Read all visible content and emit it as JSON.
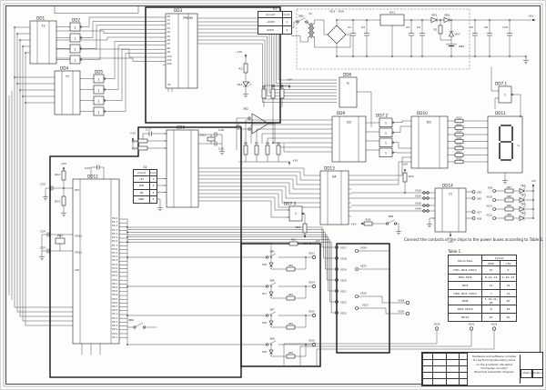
{
  "note": "Connect the contacts of the chips to the power buses according to Table 1.",
  "plus5": "+5V",
  "gate": "1",
  "table1": {
    "caption": "Table 1",
    "col_chip": "Microchips",
    "col_circuit": "Circuit",
    "col_gnd": "GND",
    "col_p5": "+5V",
    "rows": [
      {
        "chips": "DD1, DD4, DD14",
        "gnd": "10",
        "p5": "5"
      },
      {
        "chips": "DD2, DD5",
        "gnd": "8, 11, 14",
        "p5": "1, 10, 13"
      },
      {
        "chips": "DD3",
        "gnd": "12",
        "p5": "24"
      },
      {
        "chips": "DD6, DD7, DD13",
        "gnd": "7",
        "p5": "14"
      },
      {
        "chips": "DD8",
        "gnd": "7, 19, 21, 28",
        "p5": "20"
      },
      {
        "chips": "DD9, DD10",
        "gnd": "8",
        "p5": "16"
      },
      {
        "chips": "DD12",
        "gnd": "20",
        "p5": "40"
      }
    ]
  },
  "connectors": {
    "x1": {
      "label": "X1",
      "col1": "Circuit",
      "col2": "Cont.",
      "rows": [
        {
          "c": "~220V",
          "n": "1"
        },
        {
          "c": "220V",
          "n": "2"
        }
      ]
    },
    "x2": {
      "label": "X2",
      "col1": "Circuit",
      "col2": "Cont.",
      "rows": [
        {
          "c": "+5V",
          "n": "1"
        },
        {
          "c": "DIN",
          "n": "2"
        },
        {
          "c": "DP",
          "n": "3"
        },
        {
          "c": "GND",
          "n": "4"
        }
      ]
    }
  },
  "frame": {
    "title_lines": [
      "Hardware and software complex",
      "for performing laboratory work",
      "on the academic discipline",
      "\"Computer circuitry\"",
      "Electrical schematic diagram"
    ],
    "sheet": "Sheet 1",
    "sheets": "Sheets 1"
  },
  "chips": {
    "dd1": {
      "ref": "DD1",
      "fn": "TT"
    },
    "dd2": {
      "ref": "DD2"
    },
    "dd3": {
      "ref": "DD3",
      "fn": "PROM",
      "cs": "CS",
      "addr": [
        "A0",
        "A1",
        "A2",
        "A3",
        "A4",
        "A5",
        "A6",
        "A7",
        "A8",
        "A9",
        "A10",
        "A11",
        "A12"
      ]
    },
    "dd4": {
      "ref": "DD4",
      "fn": "TT"
    },
    "dd5": {
      "ref": "DD5"
    },
    "dd6": {
      "ref": "DD6",
      "fn": "&"
    },
    "dd71": {
      "ref": "DD7.1"
    },
    "dd72": {
      "ref": "DD7.2"
    },
    "dd73": {
      "ref": "DD7.3"
    },
    "dd8": {
      "ref": "DD8"
    },
    "dd9": {
      "ref": "DD9",
      "fn": "CD"
    },
    "dd10": {
      "ref": "DD10",
      "fn": "DC"
    },
    "dd11": {
      "ref": "DD11",
      "g": "G"
    },
    "dd12": {
      "ref": "DD12",
      "left": {
        "rst": "RST",
        "xtal2": "XTAL2",
        "xtal1": "XTAL1",
        "ale": "ALE"
      },
      "right_pins": [
        "P1.0",
        "P1.1",
        "P1.2",
        "P1.3",
        "P1.4",
        "P1.5",
        "P1.6",
        "P1.7",
        "P3.0",
        "P3.1",
        "P3.2",
        "P3.3",
        "P3.4",
        "P3.5",
        "P3.6",
        "P3.7",
        "P0.0",
        "P0.1",
        "P0.2",
        "P0.3",
        "P0.4",
        "P0.5",
        "P0.6",
        "P0.7",
        "P2.0",
        "P2.1",
        "P2.2",
        "P2.3",
        "P2.4",
        "P2.5",
        "P2.6",
        "P2.7"
      ]
    },
    "dd13": {
      "ref": "DD13",
      "fn": "BF"
    },
    "dd14": {
      "ref": "DD14",
      "fn": "TT"
    }
  },
  "power": {
    "t1": "T1",
    "bridge": "VD1 - VD4",
    "da1": "DA1",
    "sb1": "SB1",
    "c1": "C1",
    "c2": "C2",
    "c3": "C3",
    "c4": "C4",
    "c5": "C5",
    "c8": "C8",
    "c16": "C16",
    "vd5": "VD5",
    "vd6": "VD6",
    "vd7": "VD7",
    "r1": "R1",
    "gb1": "GB1"
  },
  "parts": {
    "r2": "R2",
    "r3": "R3",
    "r4": "R4",
    "r5": "R5",
    "r6": "R6",
    "r7": "R7",
    "r8": "R8",
    "r9": "R9",
    "hl1": "HL1",
    "sb2": "SB2",
    "c17": "C17",
    "r19": "R19",
    "r25": "R25",
    "zq1": "ZQ1",
    "c18": "C18",
    "c19": "C19",
    "c23": "C23",
    "r22": "R22",
    "c22": "C22",
    "r23": "R23",
    "c24": "C24",
    "zq2": "ZQ2",
    "c25": "C25",
    "sb4": "SB4",
    "r24": "R24",
    "r21": "R21",
    "r26": "R26",
    "sb3": "SB3",
    "r31": "R31",
    "r12": "R12",
    "r13": "R13",
    "r14": "R14",
    "r15": "R15",
    "r16": "R16",
    "r17": "R17",
    "r18": "R18",
    "r27": "R27",
    "r28": "R28",
    "r29": "R29",
    "r30": "R30",
    "r32": "R32",
    "r33": "R33",
    "r34": "R34",
    "r35": "R35",
    "hl2": "HL2",
    "hl3": "HL3",
    "hl4": "HL4",
    "hl5": "HL5",
    "hl6": "HL6",
    "hl7": "HL7",
    "hl8": "HL8",
    "hl9": "HL9",
    "sb5": "SB5",
    "sb6": "SB6",
    "sb7": "SB7",
    "sb8": "SB8",
    "xs1a": "XS1A",
    "xs2a": "XS2A",
    "xs3a": "XS3A",
    "xs4a": "XS4A",
    "xs5": "XS5",
    "xs6": "XS6",
    "xs7": "XS7",
    "xs8": "XS8",
    "xs9": "XS9",
    "xs10": "XS10",
    "xs11": "XS11",
    "xs12": "XS12",
    "xs13": "XS13",
    "xs14": "XS14",
    "xs15": "XS15",
    "xs16": "XS16",
    "xs17": "XS17",
    "xs18": "XS18",
    "xs19": "XS19",
    "xs20": "XS20",
    "xs21": "XS21",
    "xs22": "XS22",
    "xs23": "XS23",
    "xs24": "XS24",
    "xs25": "XS25",
    "xs26": "XS26",
    "xs27": "XS27",
    "xs28": "XS28",
    "xs29": "XS29",
    "xs30": "XS30",
    "xs31": "XS31",
    "xs32": "XS32"
  }
}
